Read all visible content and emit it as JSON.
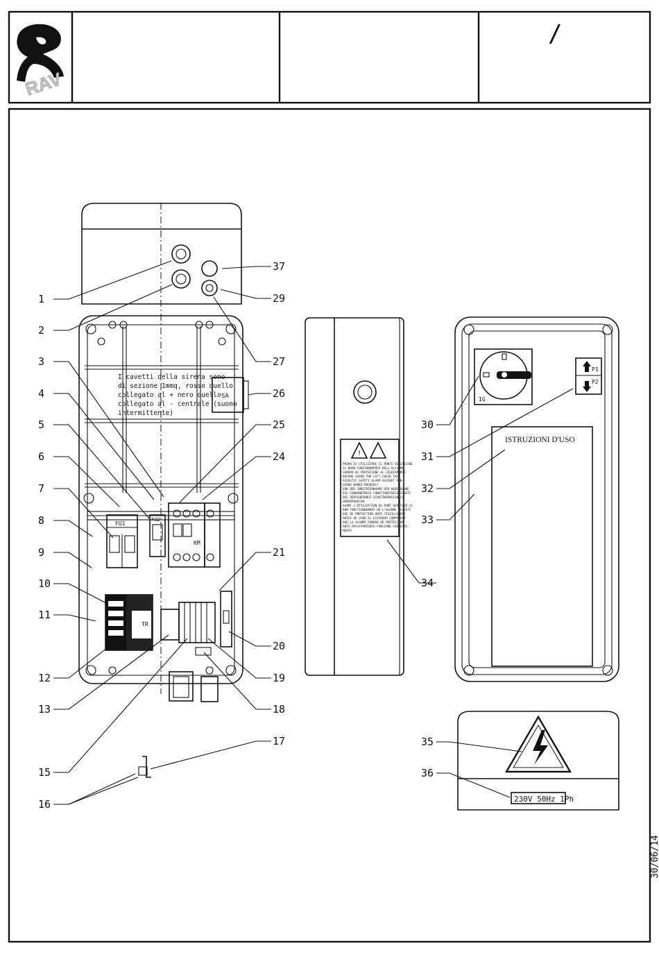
{
  "title_block": {
    "logo_text": "RAV",
    "cell_2": "",
    "cell_3": "",
    "cell_4": "/"
  },
  "date": "30/06/14",
  "labels": {
    "fu1": "FU1",
    "fu2": "FU2",
    "km": "KM",
    "tr": "TR",
    "sa": "SA",
    "ig": "IG",
    "p1": "P1",
    "p2": "P2",
    "note_lines": [
      "I cavetti della sirena sono",
      "di sezione 1mmq, rosso quello",
      "collegato al + nero quello",
      "collegato al - centrale (suono",
      "intermittente)"
    ],
    "instructions": "ISTRUZIONI D'USO",
    "voltage": "230V 50Hz 1Ph",
    "warning_lines": [
      "PRIMA DI UTILIZZARE IL PONTE VERIFICARE",
      "IL BUON FUNZIONAMENTO DELL'ALLARME",
      "SONORO DI PROTEZIONE AL CESOIAMENTO",
      "BEFORE USING THE LIFT,CHECK THAT",
      "ACOUSTIC SAFETY ALARM AGAINST PIN-",
      "CHING WORKS PROPERLY",
      "VOR DER INBETRIEBNAHME DER HEBEBUEHNE",
      "DIE EINWANDFREIE FUNKTIONSTUECHTIGKEIT",
      "DES VERSCHERUNGS-SCHUTZWARNSIGNALS",
      "UEBERPRUEFEN",
      "AVANT L'UTILISATION DU PONT VERIFIER LE",
      "BON FONCTIONNEMENT DE L'ALARME ACOUSTI",
      "QUE DE PROTECTION ANTI-CISAILLEMENT",
      "ANTES DE USAR EL ELEVADOR COMPRUEBA",
      "QUE LA ALARMA SONORA DE PROTECCION",
      "ANTI-APLASTAMIENTO FUNCIONE CORRECTA-",
      "MENTE"
    ]
  },
  "callouts": {
    "left": [
      "1",
      "2",
      "3",
      "4",
      "5",
      "6",
      "7",
      "8",
      "9",
      "10",
      "11",
      "12",
      "13",
      "15",
      "16"
    ],
    "right": [
      "37",
      "29",
      "27",
      "26",
      "25",
      "24",
      "21",
      "20",
      "19",
      "18",
      "17"
    ],
    "mid": [
      "30",
      "31",
      "32",
      "33",
      "34",
      "35",
      "36"
    ]
  }
}
